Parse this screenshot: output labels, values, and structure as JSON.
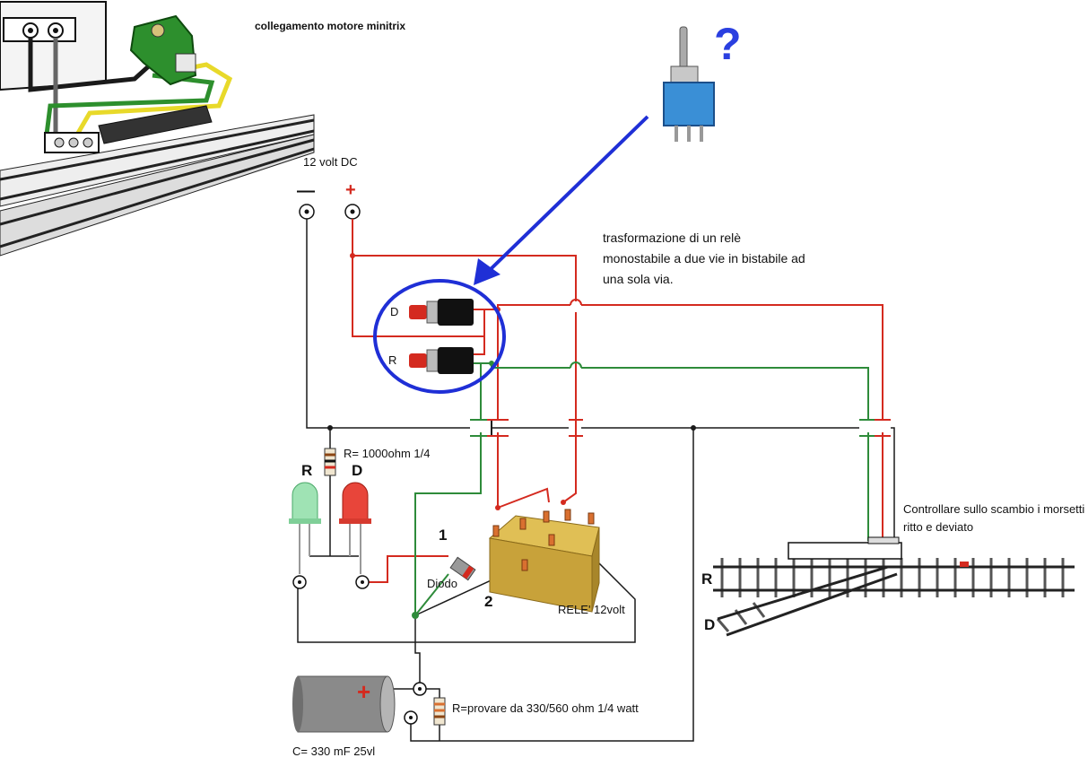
{
  "title": "collegamento motore minitrix",
  "question_mark": "?",
  "power": {
    "label": "12 volt DC",
    "minus": "—",
    "plus": "+"
  },
  "note": {
    "line1": "trasformazione di un relè",
    "line2": "monostabile a due vie in bistabile ad",
    "line3": "una sola via."
  },
  "buttons": {
    "d_label": "D",
    "r_label": "R"
  },
  "resistor_led": "R= 1000ohm 1/4",
  "leds": {
    "green_label": "R",
    "red_label": "D"
  },
  "diode": {
    "label": "Diodo",
    "pin1": "1",
    "pin2": "2"
  },
  "relay_label": "RELE' 12volt",
  "switch_note": {
    "line1": "Controllare sullo scambio i morsetti di",
    "line2": "ritto e deviato"
  },
  "track": {
    "r_label": "R",
    "d_label": "D"
  },
  "capacitor": {
    "sign": "+",
    "label": "C=   330 mF 25vl"
  },
  "resistor_cap": "R=provare da 330/560 ohm 1/4 watt",
  "colors": {
    "red_wire": "#d42a1f",
    "green_wire": "#2e8b3a",
    "black_wire": "#1a1a1a",
    "blue_arrow": "#1f2fd6",
    "relay_body": "#c8a23a",
    "motor_green": "#2d8f2d"
  }
}
